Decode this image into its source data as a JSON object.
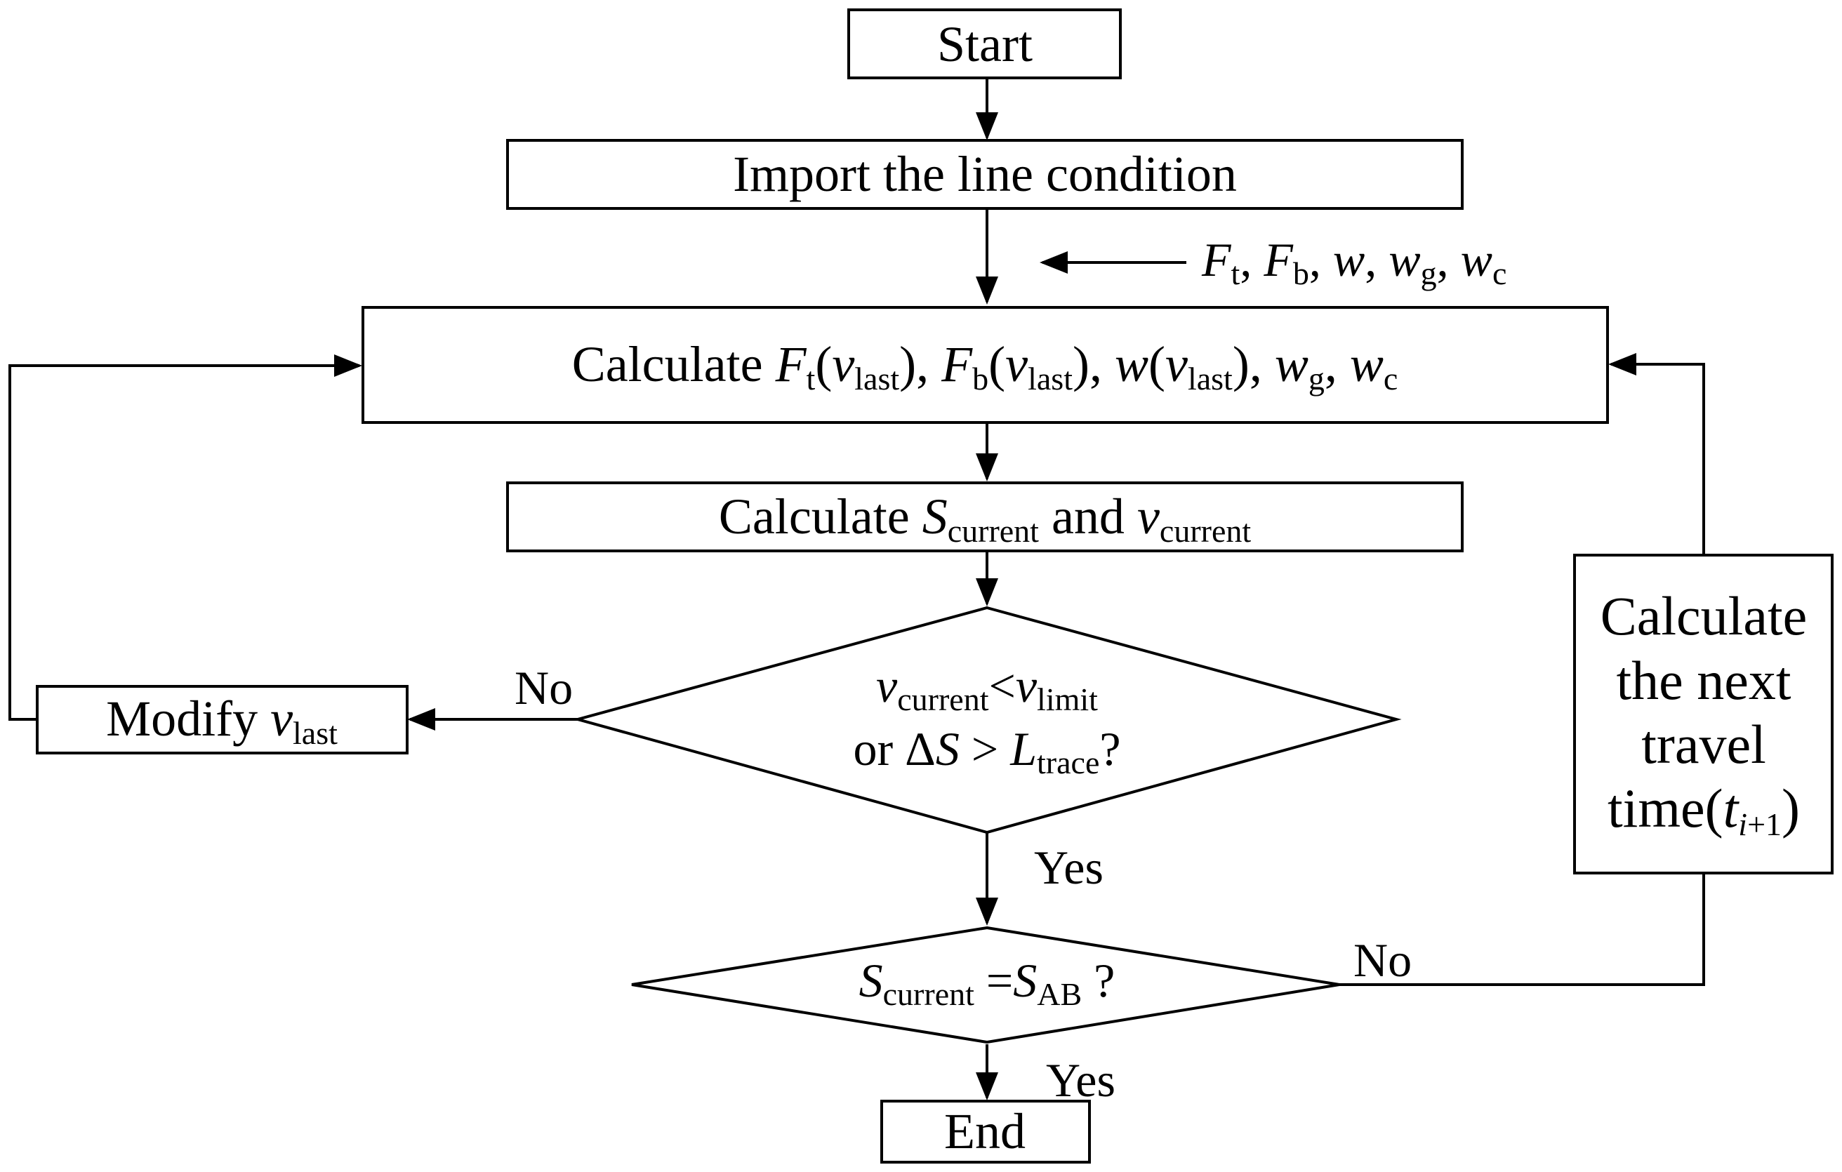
{
  "nodes": {
    "start": {
      "label": "Start"
    },
    "import": {
      "label": "Import the line condition"
    },
    "inputs": {
      "F": "F",
      "t": "t",
      "b": "b",
      "w": "w",
      "g": "g",
      "c": "c",
      "sep": ", "
    },
    "calc_forces": {
      "prefix": "Calculate ",
      "F": "F",
      "t": "t",
      "b": "b",
      "w": "w",
      "g": "g",
      "c": "c",
      "v": "v",
      "last": "last",
      "open": "(",
      "close": ")",
      "sep": ", "
    },
    "calc_sv": {
      "prefix": "Calculate ",
      "S": "S",
      "current": "current",
      "and": " and ",
      "v": "v"
    },
    "decision_speed": {
      "v": "v",
      "current": "current",
      "lt": "<",
      "limit": "limit",
      "or": "or ",
      "delta": "Δ",
      "S": "S",
      "gt": " > ",
      "L": "L",
      "trace": "trace",
      "q": "?"
    },
    "modify": {
      "prefix": "Modify ",
      "v": "v",
      "last": "last"
    },
    "decision_pos": {
      "S": "S",
      "current": "current",
      "eq": " =",
      "AB": "AB",
      "q": " ?"
    },
    "next_time": {
      "line1": "Calculate",
      "line2": "the next",
      "line3": "travel",
      "line4_prefix": "time(",
      "t": "t",
      "i": "i",
      "plus1": "+1",
      "close": ")"
    },
    "end": {
      "label": "End"
    }
  },
  "edge_labels": {
    "no_speed": "No",
    "yes_speed": "Yes",
    "no_pos": "No",
    "yes_pos": "Yes"
  }
}
